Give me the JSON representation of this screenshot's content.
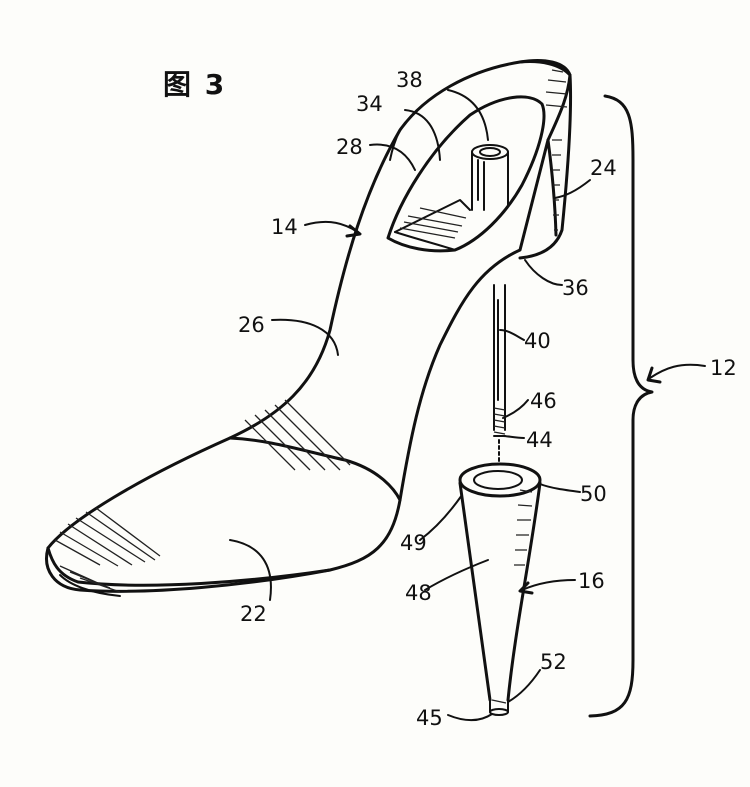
{
  "figure": {
    "title": "图 3"
  },
  "labels": {
    "l22": "22",
    "l14": "14",
    "l26": "26",
    "l28": "28",
    "l34": "34",
    "l38": "38",
    "l24": "24",
    "l36": "36",
    "l40": "40",
    "l12": "12",
    "l46": "46",
    "l44": "44",
    "l50": "50",
    "l49": "49",
    "l48": "48",
    "l16": "16",
    "l52": "52",
    "l45": "45"
  },
  "colors": {
    "ink": "#111111",
    "paper": "#fdfdfa"
  }
}
